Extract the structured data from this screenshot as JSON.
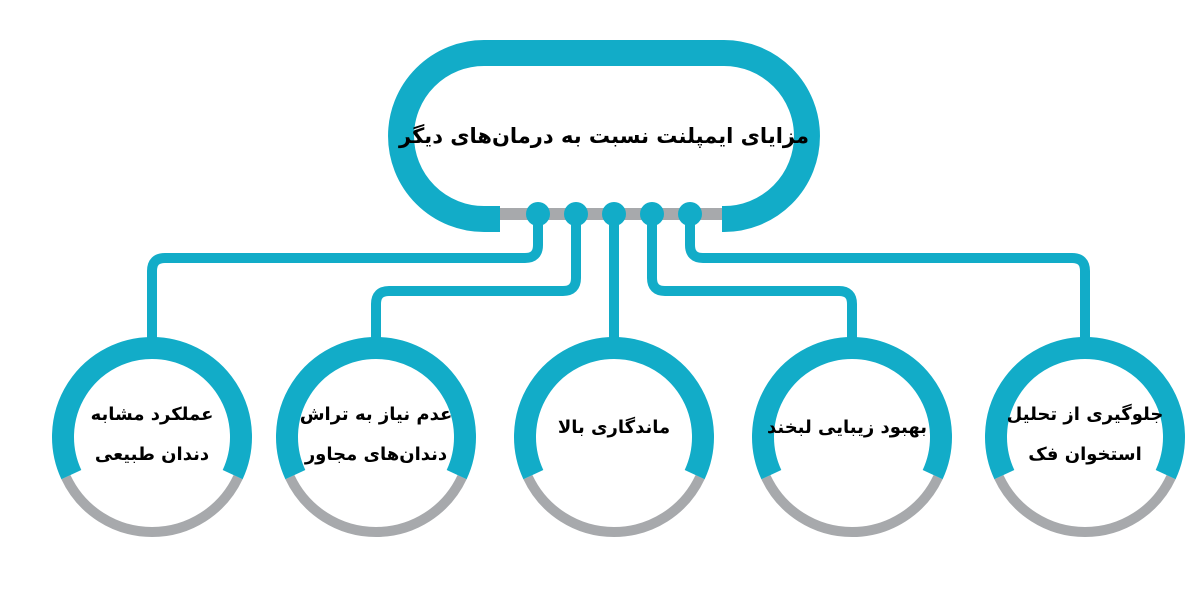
{
  "colors": {
    "accent": "#12acc8",
    "gray": "#a7a9ac"
  },
  "title": "مزایای ایمپلنت نسبت به درمان‌های دیگر",
  "nodes": [
    {
      "line1": "عملکرد مشابه",
      "line2": "دندان طبیعی"
    },
    {
      "line1": "عدم نیاز به تراش",
      "line2": "دندان‌های مجاور"
    },
    {
      "line1": "ماندگاری بالا",
      "line2": ""
    },
    {
      "line1": "بهبود زیبایی لبخند",
      "line2": ""
    },
    {
      "line1": "جلوگیری از تحلیل",
      "line2": "استخوان فک"
    }
  ]
}
